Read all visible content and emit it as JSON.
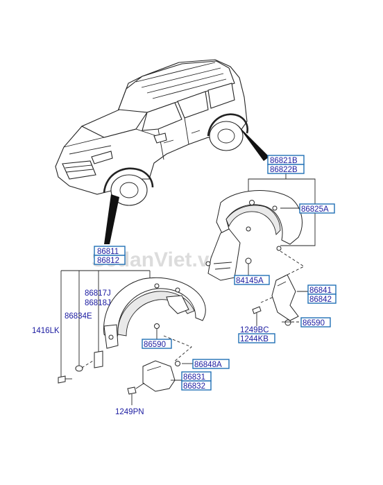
{
  "labels": {
    "p86821B": "86821B",
    "p86822B": "86822B",
    "p86825A": "86825A",
    "p86811": "86811",
    "p86812": "86812",
    "p84145A": "84145A",
    "p86841": "86841",
    "p86842": "86842",
    "p86817J": "86817J",
    "p86818J": "86818J",
    "p86834E": "86834E",
    "p1416LK": "1416LK",
    "p1249BC": "1249BC",
    "p1244KB": "1244KB",
    "p86590_right": "86590",
    "p86590_left": "86590",
    "p86848A": "86848A",
    "p86831": "86831",
    "p86832": "86832",
    "p1249PN": "1249PN"
  },
  "watermark": "SedanViet.vn",
  "colors": {
    "label_text": "#1a1aa0",
    "box_border": "#1f6fb5",
    "lines": "#222222"
  }
}
